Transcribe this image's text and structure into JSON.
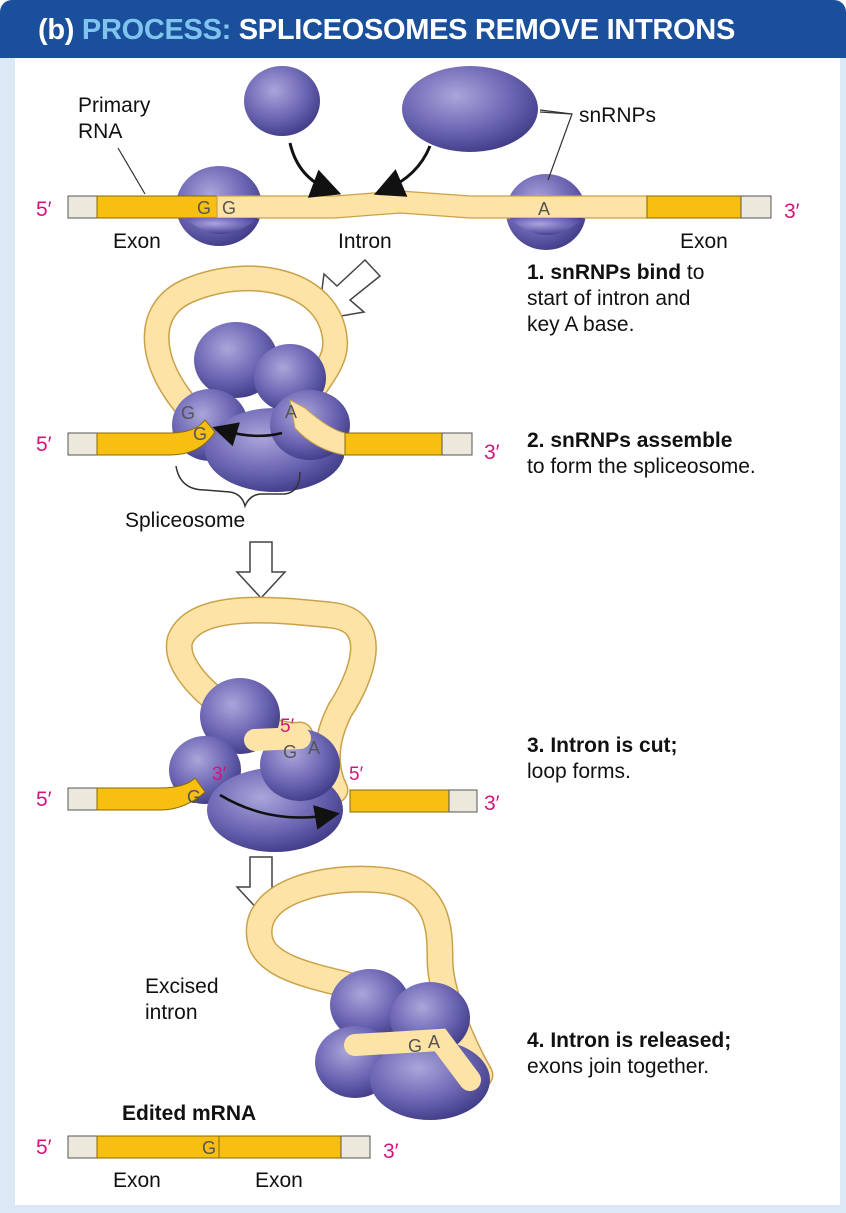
{
  "header": {
    "label_prefix": "(b)",
    "label_process": "PROCESS:",
    "label_title": "SPLICEOSOMES REMOVE INTRONS"
  },
  "labels": {
    "primary_rna_line1": "Primary",
    "primary_rna_line2": "RNA",
    "snrnps": "snRNPs",
    "exon": "Exon",
    "intron": "Intron",
    "spliceosome": "Spliceosome",
    "excised_intron_line1": "Excised",
    "excised_intron_line2": "intron",
    "edited_mrna": "Edited mRNA",
    "five_prime": "5′",
    "three_prime": "3′",
    "base_g": "G",
    "base_a": "A"
  },
  "steps": [
    {
      "bold": "1. snRNPs bind",
      "rest_inline": " to",
      "line2": "start of intron and",
      "line3": "key A base."
    },
    {
      "bold": "2. snRNPs assemble",
      "rest_inline": "",
      "line2": "to form the spliceosome.",
      "line3": ""
    },
    {
      "bold": "3. Intron is cut;",
      "rest_inline": "",
      "line2": "loop forms.",
      "line3": ""
    },
    {
      "bold": "4. Intron is released;",
      "rest_inline": "",
      "line2": "exons join together.",
      "line3": ""
    }
  ],
  "colors": {
    "header_bg": "#1a4f9c",
    "process_accent": "#7fc4ee",
    "panel_bg": "#dbe9f6",
    "exon": "#f6bf12",
    "intron": "#fde4a6",
    "cap": "#ece8dc",
    "snrnp": "#6d68b3",
    "prime_labels": "#d4147a"
  }
}
